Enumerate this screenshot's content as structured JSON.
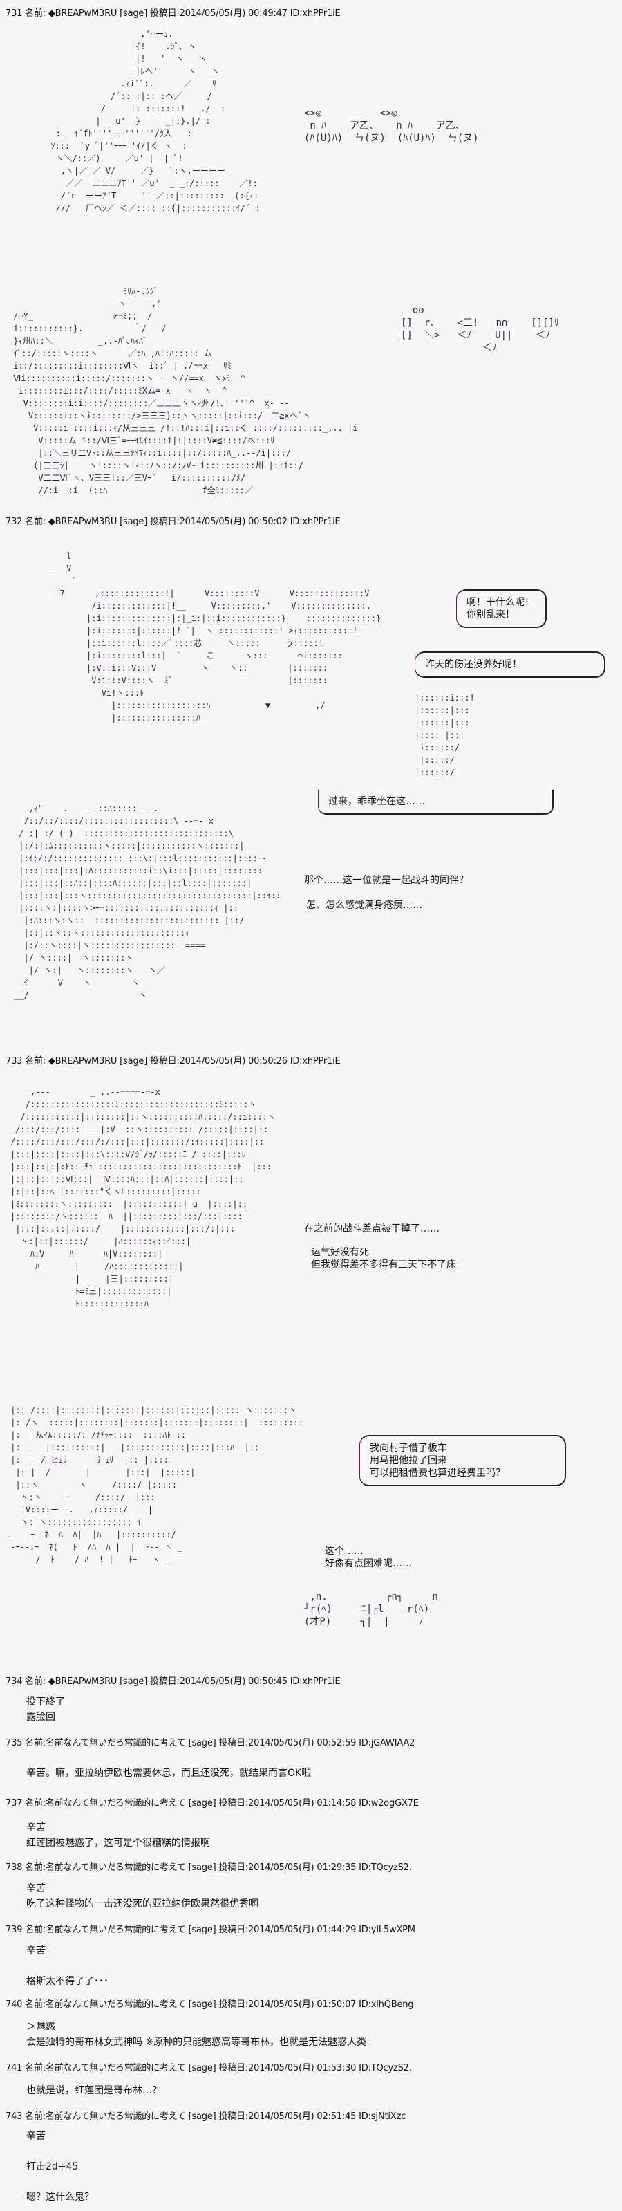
{
  "posts": [
    {
      "header": "731 名前: ◆BREAPwM3RU [sage] 投稿日:2014/05/05(月) 00:49:47 ID:xhPPr1iE"
    },
    {
      "header": "732 名前: ◆BREAPwM3RU [sage] 投稿日:2014/05/05(月) 00:50:02 ID:xhPPr1iE"
    },
    {
      "header": "733 名前: ◆BREAPwM3RU [sage] 投稿日:2014/05/05(月) 00:50:26 ID:xhPPr1iE"
    },
    {
      "header": "734 名前: ◆BREAPwM3RU [sage] 投稿日:2014/05/05(月) 00:50:45 ID:xhPPr1iE",
      "lines": [
        "投下終了",
        "露脸回"
      ]
    },
    {
      "header": "735 名前:名前なんて無いだろ常識的に考えて [sage] 投稿日:2014/05/05(月) 00:52:59 ID:jGAWIAA2",
      "lines": [
        "辛苦。嘛，亚拉纳伊欧也需要休息，而且还没死，就结果而言OK啦"
      ]
    },
    {
      "header": "737 名前:名前なんて無いだろ常識的に考えて [sage] 投稿日:2014/05/05(月) 01:14:58 ID:w2ogGX7E",
      "lines": [
        "辛苦",
        "红莲团被魅惑了，这可是个很糟糕的情报啊"
      ]
    },
    {
      "header": "738 名前:名前なんて無いだろ常識的に考えて [sage] 投稿日:2014/05/05(月) 01:29:35 ID:TQcyzS2.",
      "lines": [
        "辛苦",
        "吃了这种怪物的一击还没死的亚拉纳伊欧果然很优秀啊"
      ]
    },
    {
      "header": "739 名前:名前なんて無いだろ常識的に考えて [sage] 投稿日:2014/05/05(月) 01:44:29 ID:yIL5wXPM",
      "lines": [
        "辛苦",
        "",
        "格斯太不得了了･･･"
      ]
    },
    {
      "header": "740 名前:名前なんて無いだろ常識的に考えて [sage] 投稿日:2014/05/05(月) 01:50:07 ID:xlhQBeng",
      "lines": [
        "＞魅惑",
        "会是独特的哥布林女武神吗  ※原种的只能魅惑高等哥布林，也就是无法魅惑人类"
      ]
    },
    {
      "header": "741 名前:名前なんて無いだろ常識的に考えて [sage] 投稿日:2014/05/05(月) 01:53:30 ID:TQcyzS2.",
      "lines": [
        "也就是说，红莲团是哥布林…？"
      ]
    },
    {
      "header": "743 名前:名前なんて無いだろ常識的に考えて [sage] 投稿日:2014/05/05(月) 02:51:45 ID:sJNtiXzc",
      "lines": [
        "辛苦",
        "",
        "打击2d+45",
        "",
        "嗯？这什么鬼？"
      ]
    }
  ],
  "dialogue": {
    "b1": "啊！干什么呢！\n你别乱来！",
    "b2": "昨天的伤还没养好呢！",
    "b3": "过来，乖乖坐在这……",
    "t1": "那个……这一位就是一起战斗的同伴？",
    "t2": "怎、怎么感觉满身疮痍……",
    "t3": "在之前的战斗差点被干掉了……",
    "t4": "运气好没有死\n但我觉得差不多得有三天下不了床",
    "b4": "我向村子借了板车\n用马把他拉了回来\n可以把租借费也算进经费里吗？",
    "t5": "这个……\n好像有点困难呢……"
  },
  "ascii_art": {
    "a1": "                        ,'⌒ーｭ.\n                       {!    .ｼﾞ､ ヽ\n                       |!   '  ヽ   ヽ\n                       |ﾚヘ'      ヽ   ヽ\n                    .ｨi`ﾞ:.      ／    ﾘ\n                  /´:: :|:: :ヘ／     /\n                /     |: :::::::!   ./  :\n               |   u'  }     _|:}.|/ :\n       :ー ｲ´fﾄ''''ｰｰｰ''''''/ﾀ人   :\n      ｿ:::  `y ﾞ|''ｰｰｰ''ｲ/|く ヽ  :\n       ヽ＼/::／)     ／u' |  | ﾞ!\n        ,ヽ|／ ／ V/     ／}   `:ヽ.ーーーー\n         ／／  ニニニｱT'' ／u'  _ _:/:::::    ／!:\n        /´r  ーーｱ´T     '' ／::|:::::::::  (:{ｨ:\n       ///   厂ヘｼ／ ＜／:::: ::{|:::::::::::ｲ/´ :",
    "a1b": "<>◎          <>◎\n n ﾊ    ア乙、   n ﾊ    ア乙、\n(ﾊ(U)ﾊ)  ㄣ(ヌ)  (ﾊ(U)ﾊ)  ㄣ(ヌ)",
    "a2": "                       ﾐﾘﾑ-.ｼｼﾞ\n                      ヽ     ,'\n /⌒Y_                ≠=ﾐ;;  /\n i:::::::::::}._         ｀/   /\n }ｨ州ﾊ::＼         _,.-ﾊﾟ､ﾊｨﾊﾞ\n ｲﾞ::/:::::ヽ::::ヽ      ／:ﾊ_,ﾊ::ﾊ::::: ム\n i::/:::::::::i::::::::Ⅵヽ  i::ﾞ | ./==x   ﾘﾐ\n Ⅵi::::::::::i:::::/:::::::ヽーーヽ//==x  ヽﾒﾐ  ^\n  i::::::::i:::/::::/:::::ﾐXム=-x   ヽ  ヽ  ^\n   V::::::::i:i::::/::::::::／三三三ヽヽｨ州/!､'''''^  x- --\n    V::::::i::ヽi::::::::/>三三三}::ヽヽ:::::|::i:::/￣二≧xヘ`ヽ\n     V:::::i ::::i:::ｨ/从三三三 /!::!ﾊ:::i|::i::く ::::/:::::::::_,.. |i\n      V:::::ム i::/Ⅵ三ﾞ=ｰｰｲﾑｲ::::i|:|::::V≠≦::::/ヘ:::ﾘ\n      |::＼三リ二Vﾄ::从三三州ﾏｨ::i::::|::/:::::ﾊ_,.--/i|:::/\n     (|三三ｼ|    ヽ!::::ヽ!ｨ::ﾉヽ::/:ﾉV-ｰi::::::::::州 |::i::/\n      V二二Ⅵ`ヽ、V三三!::／三Vｰ´   i/::::::::::/ﾒ/\n      //:i  :i  (::ﾊ                   f全ﾐ:::::／",
    "a2b": "  oo\n[]  r、   <三!   n∩    [][]ﾘ\n[]  ＼>   ＜ﾉ    U||    ＜ﾉ\n              ＜ﾉ",
    "a3": "     l\n  ___V\n      `\n  ー7      ,:::::::::::::!|      V:::::::::V_     V::::::::::::::V_\n          /i:::::::::::::|!__     V:::::::::,'    V::::::::::::::,\n         |:i::::::::::::::|:|_i:|::i::::::::::::}    ::::::::::::::}\n         |:i:::::::|::::::|! ﾞ|  ヽ ::::::::::::! >ｨ:::::::::::!\n         |::i::::::l::::／ﾞ::::芯     ヽ:::::     う:::::!\n         |:i::::::::l:::|  `     こ      ヽ:::      ⌒i:::::::\n         |:V::i:::V:::V         ヽ    ヽ::        |:::::::\n          V:i:::V::::ヽ  ﾐﾞ                       |:::::::\n            Vi!ヽ:::ﾄ\n              |::::::::::::::::::ﾊ           ▼         ,/\n              |::::::::::::::::ﾊ",
    "a3r": "|::::::i:::!\n|::::::|:::\n|::::::|:::\n|:::: |:::\n i::::::/\n |:::::/\n|::::::/",
    "a4": "   ,ｨ\"    . ーーー::ﾊ:::::ーー.\n  /::/::/::::/::::::::::::::::::\\ --=- x\n / :| :/ (_)  :::::::::::::::::::::::::::::\\\n |:/:|:ﾑ::::::::::ヽ:::::|:::::::::::ヽ:::::::|\n |:ｲ:/:/:::::::::::::: :::\\:|:::l:::::::::::|::::ｰ-\n |:::|:::|:::|:ﾊ:::::::::::i::\\i:::|:::::|::::::::\n |:::|:::|::ﾊ::|::::ﾊ::::::|:::|::l::::|:::::::|\n |:::|:::|:::ヽ:::::::::::::::::::::::::::::::::|::ｲ::\n |::::ヽ:|::::ヽ>ｰ=::::::::::::::::::::::ｨ |::\n  |:ﾊ:::ヽ:ヽ::__::::::::::::::::::::::::: |::/\n  |::|::ヽ::ヽ:::::::::::::::::::::ｨ\n  |:/::ヽ::::|ヽ:::::::::::::::::  ====\n  |/ ヽ::::|  ヽ:::::::ヽ\n   |/ ヽ:|   ヽ::::::::ヽ   ヽ／\n  ｲ      V    ヽ        ヽ\n__/                      ヽ",
    "a5": "    ,---        _ ,.--====-=-x\n   /:::::::::::::::::ﾐ::::::::::::::::::::ﾐ:::::ヽ\n  /:::::::::::|::::::::|::ヽ::::::::::ﾊ:::::/::i::::ヽ\n /:::/:::/:::: ___|:V  ::ヽ:::::::::: /:::::|::::|::\n/::::/:::/:::/:::/:/:::|:::|:::::::/:ｲ:::::|::::|::\n|:::|::::|::::|:::\\::::V/ｼﾞ/ﾗ/:::::ﾆ / ::::|:::ﾚ\n|:::|::|:|:ﾄ::|ﾁｭ ::::::::::::::::::::::::::::ﾄ  |:::\n|:|::|::|::Ⅵ:::|  Ⅳ::::ﾊ:::|::ﾊ|::::::|::::|::\n|:|::|::ﾍ_|:::::::\"くヽL:::::::::|:::::\n|ﾐ::::::::ヽ:::::::::  |:::::::::::| u  |::::|::\n|::::::::/ヽ::::::  ﾊ  ||:::::::::::::/:::|::::|\n |:::|:::::|:::::/    |::::::::::::|:::/:|:::\n  ヽ:|::|::::::/     |ﾊ::::::ｨ::ｲ:::|\n    ﾊ:V     ﾊ      ﾊ|V::::::::|\n     ﾊ       |     /ﾊ:::::::::::::|\n             |     |三|:::::::::|\n             ﾄ=ﾐ三|:::::::::::::|\n             ﾄ:::::::::::::ﾊ",
    "a6": " |:: /::::|::::::::|:::::::|::::::|::::::|::::: ヽ:::::::ヽ\n |: /ヽ  :::::|::::::::|:::::::|:::::::|::::::::|  :::::::::\n |: | 从ｲﾑ:::::ﾉ: /ﾅﾁｬｰ::::  ::::ﾊﾄ ::\n |: |   |::::::::::|   |::::::::::::|::::|:::ﾊ  |::\n |: |  / ヒｪﾘ      辷ｪﾘ  |:: |::::|\n  |: |  /       |       |:::|  |:::::|\n  |::ヽ        ヽ     /::::/ |:::::\n   ヽ:ヽ    ー     /::::/  |:::\n    V::::ー--.   ,ｨ:::::/    |\n   ヽ: ヽ::::::::::::::::: ｲ\n.  __ｰ  ﾈ  ﾊ  ﾊ|  |ﾊ   |::::::::::/\n -ｰ--.ｰ  ﾈ(   ﾄ  /ﾊ  ﾊ |  |  ﾄ-- ヽ _\n      /  ﾄ    / ﾊ  ! |   ﾄｰ-  ヽ _ -",
    "a6b": " ,n.          ┌n┐     n\n┘r(ﾍ)     ﾆ|┌l    r(ﾍ)\n(才P)     ┐|  |     ﾉ"
  }
}
